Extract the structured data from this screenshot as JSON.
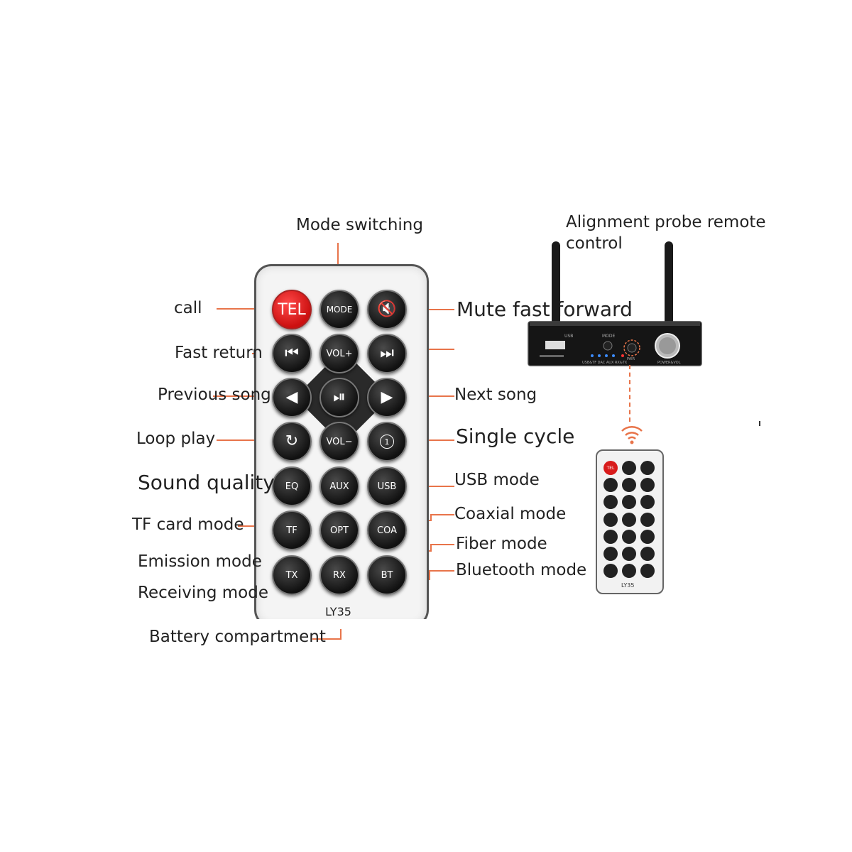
{
  "labels": {
    "mode_switching": "Mode switching",
    "alignment": "Alignment probe remote\ncontrol",
    "call": "call",
    "mute_fast_forward": "Mute fast forward",
    "fast_return": "Fast return",
    "previous_song": "Previous song",
    "next_song": "Next song",
    "loop_play": "Loop play",
    "single_cycle": "Single cycle",
    "sound_quality": "Sound quality",
    "usb_mode": "USB mode",
    "tf_card_mode": "TF card mode",
    "coaxial_mode": "Coaxial mode",
    "fiber_mode": "Fiber mode",
    "emission_mode": "Emission mode",
    "bluetooth_mode": "Bluetooth mode",
    "receiving_mode": "Receiving mode",
    "battery_compartment": "Battery compartment"
  },
  "remote": {
    "model": "LY35",
    "buttons": {
      "tel": "TEL",
      "mode": "MODE",
      "mute": "🔇",
      "prev_track": "⏮",
      "vol_up": "VOL+",
      "next_track": "⏭",
      "left": "◀",
      "play_pause": "⏯",
      "right": "▶",
      "loop": "↻",
      "vol_down": "VOL−",
      "single": "1",
      "eq": "EQ",
      "aux": "AUX",
      "usb": "USB",
      "tf": "TF",
      "opt": "OPT",
      "coa": "COA",
      "tx": "TX",
      "rx": "RX",
      "bt": "BT"
    }
  },
  "device": {
    "usb_label": "USB",
    "mode_label": "MODE",
    "status_labels": "USB&TF DAC AUX RX&TX",
    "pair_label": "PAIR",
    "power_label": "POWER&VOL"
  },
  "mini_remote": {
    "model": "LY35",
    "tel": "TEL"
  },
  "colors": {
    "accent_line": "#e8744a",
    "tel_red": "#d81b1b"
  }
}
